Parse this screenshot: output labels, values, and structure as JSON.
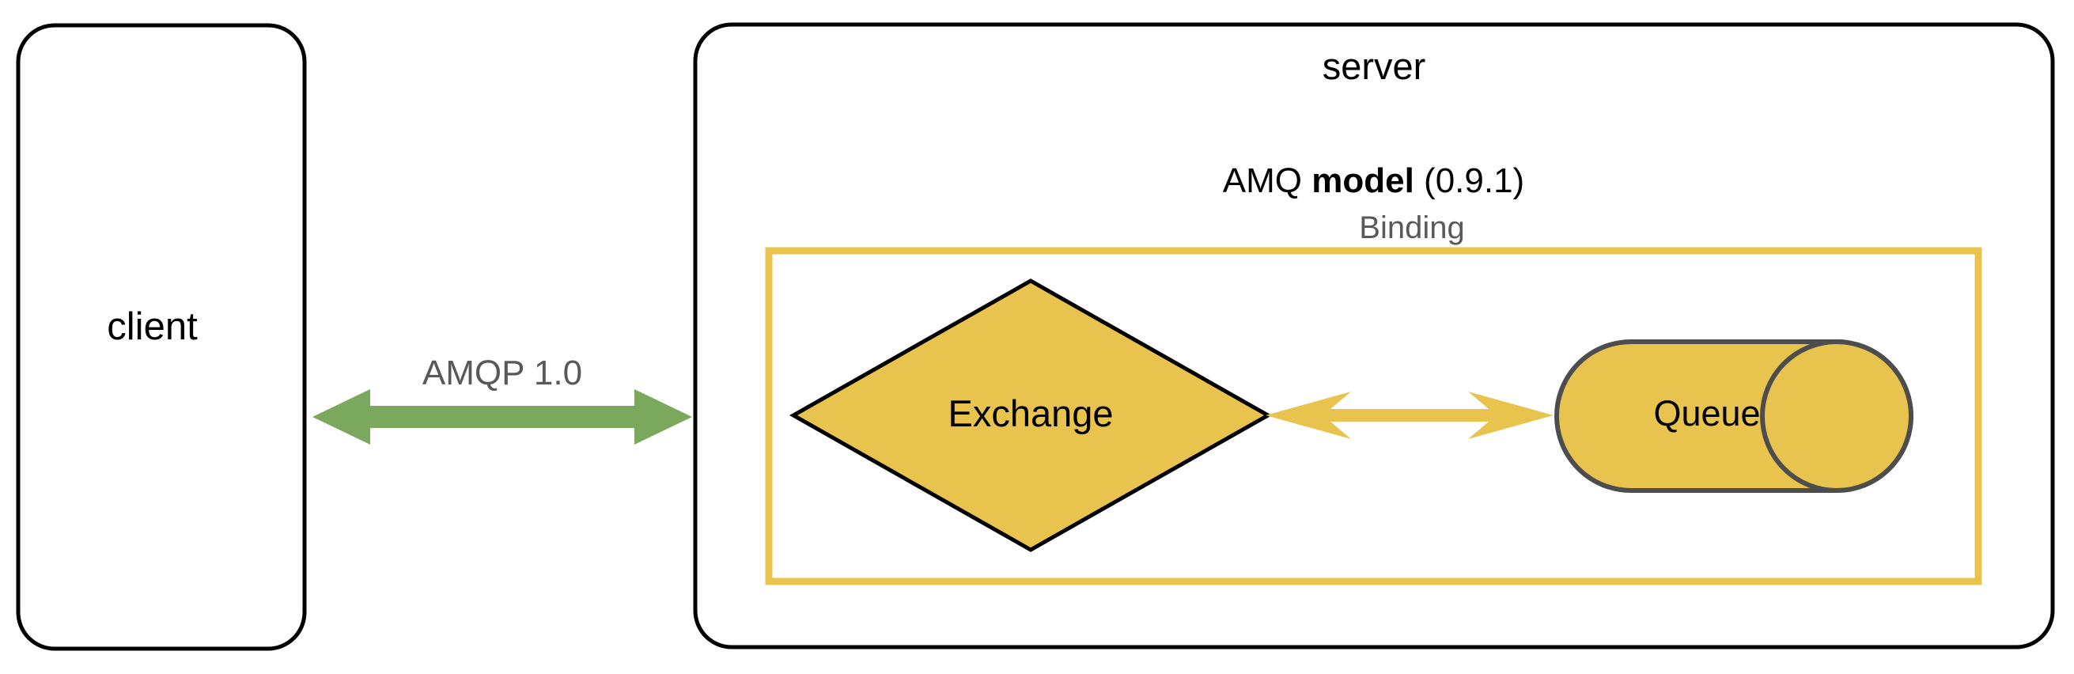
{
  "diagram": {
    "title_semantic": "amqp-client-server-model",
    "colors": {
      "outline": "#000000",
      "amq_box_border": "#e8c44f",
      "shape_fill": "#e8c44f",
      "shape_stroke_dark": "#4d4d4d",
      "shape_stroke_black": "#000000",
      "arrow_green": "#7aa95e",
      "arrow_yellow": "#e8c44f",
      "label_gray": "#595959",
      "background": "#ffffff"
    },
    "client": {
      "label": "client"
    },
    "server": {
      "label": "server"
    },
    "protocol_link": {
      "label": "AMQP 1.0",
      "direction": "bidirectional"
    },
    "amq_model": {
      "label_prefix": "AMQ ",
      "label_bold": "model",
      "label_suffix": " (0.9.1)",
      "full_label": "AMQ model (0.9.1)"
    },
    "exchange": {
      "label": "Exchange",
      "shape": "diamond"
    },
    "queue": {
      "label": "Queue",
      "shape": "cylinder"
    },
    "binding": {
      "label": "Binding",
      "direction": "bidirectional"
    }
  }
}
